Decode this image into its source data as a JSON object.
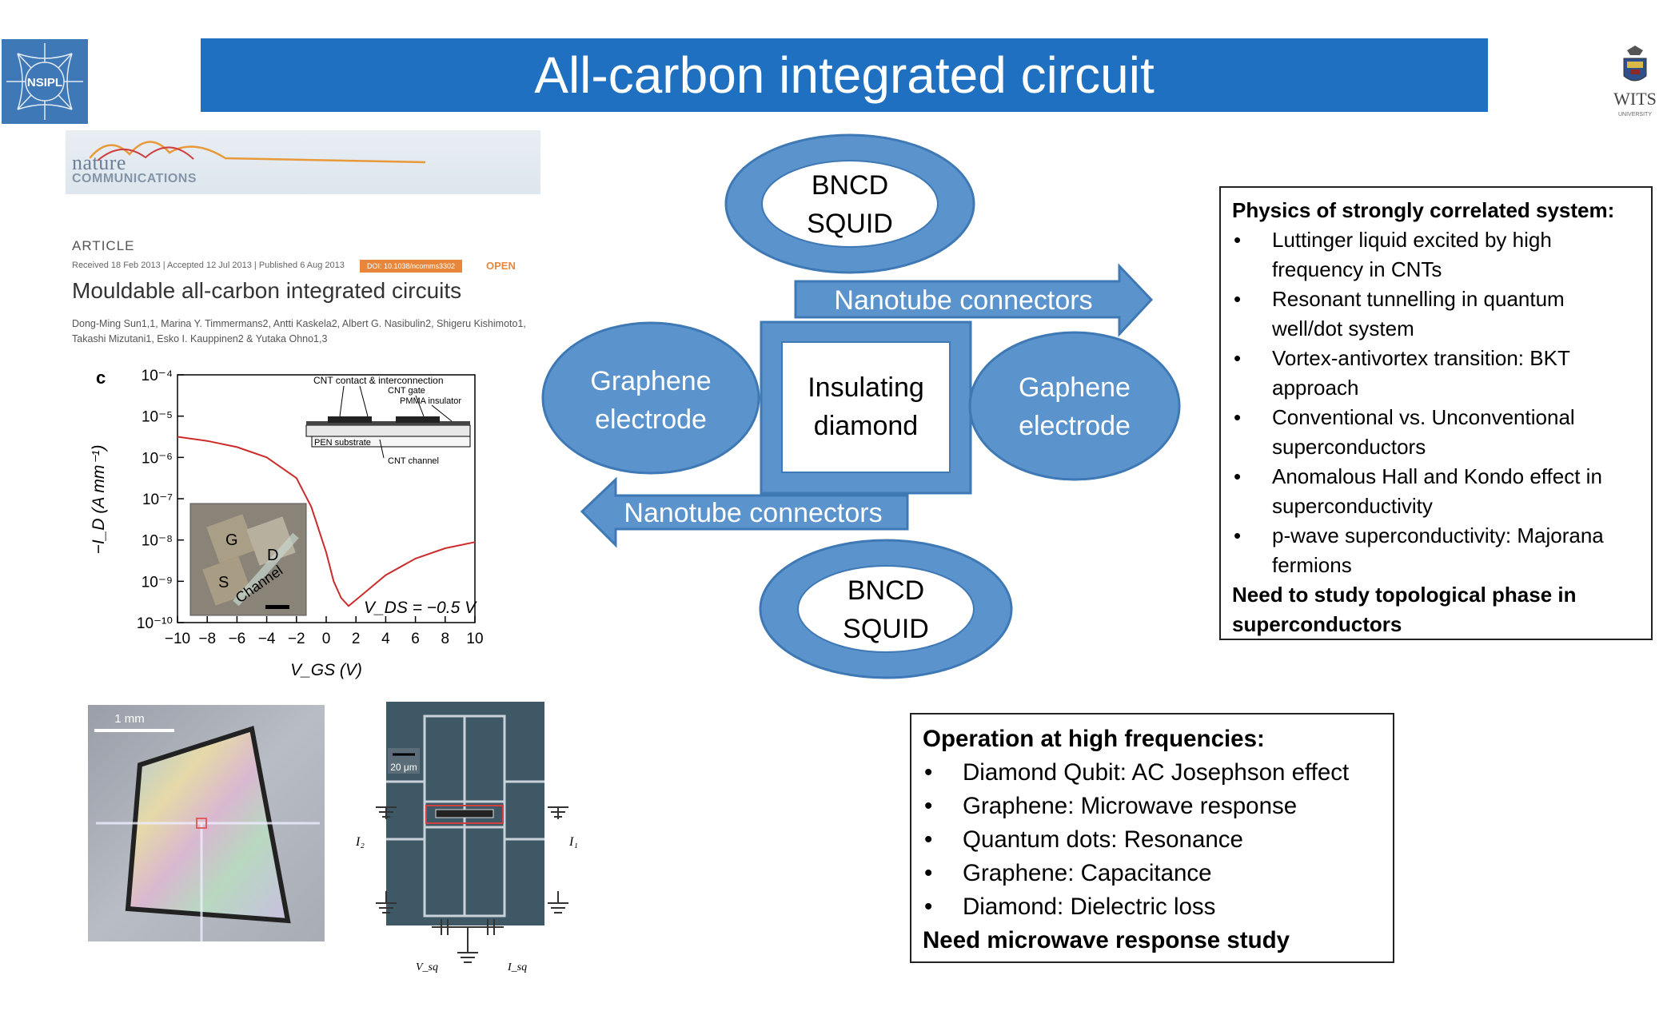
{
  "title": "All-carbon integrated circuit",
  "logos": {
    "left_text": "NSIPL",
    "right_text": "WITS",
    "right_subtext": "UNIVERSITY"
  },
  "journal": {
    "name_top": "nature",
    "name_bottom": "COMMUNICATIONS",
    "article_label": "ARTICLE",
    "meta": "Received 18 Feb 2013 | Accepted 12 Jul 2013 | Published 6 Aug 2013",
    "doi": "DOI: 10.1038/ncomms3302",
    "open": "OPEN",
    "article_title": "Mouldable all-carbon integrated circuits",
    "authors_line1": "Dong-Ming Sun1,1, Marina Y. Timmermans2, Antti Kaskela2, Albert G. Nasibulin2, Shigeru Kishimoto1,",
    "authors_line2": "Takashi Mizutani1, Esko I. Kauppinen2 & Yutaka Ohno1,3"
  },
  "plot": {
    "panel_label": "c",
    "y_ticks": [
      "10⁻⁴",
      "10⁻⁵",
      "10⁻⁶",
      "10⁻⁷",
      "10⁻⁸",
      "10⁻⁹",
      "10⁻¹⁰"
    ],
    "x_ticks": [
      "−10",
      "−8",
      "−6",
      "−4",
      "−2",
      "0",
      "2",
      "4",
      "6",
      "8",
      "10"
    ],
    "ylabel": "−I_D (A mm⁻¹)",
    "xlabel": "V_GS (V)",
    "vds_label": "V_DS = −0.5 V",
    "inset_labels": {
      "cnt_contact": "CNT contact & interconnection",
      "cnt_gate": "CNT gate",
      "pmma": "PMMA insulator",
      "pen": "PEN substrate",
      "cnt_channel": "CNT channel"
    },
    "photo_labels": {
      "g": "G",
      "d": "D",
      "s": "S",
      "channel": "Channel"
    }
  },
  "chart_data": {
    "type": "line",
    "title": "",
    "xlabel": "V_GS (V)",
    "ylabel": "−I_D (A mm⁻¹)",
    "xlim": [
      -10,
      10
    ],
    "ylim_log10": [
      -10,
      -4
    ],
    "yscale": "log",
    "series": [
      {
        "x": [
          -10,
          -8,
          -6,
          -4,
          -2,
          -1,
          0,
          0.5,
          1,
          1.5,
          2,
          3,
          4,
          6,
          8,
          10
        ],
        "log10_y": [
          -5.5,
          -5.6,
          -5.75,
          -6.0,
          -6.5,
          -7.2,
          -8.3,
          -9.0,
          -9.4,
          -9.6,
          -9.45,
          -9.15,
          -8.85,
          -8.45,
          -8.2,
          -8.05
        ]
      }
    ]
  },
  "photos": {
    "left_scale": "1 mm",
    "right_scale": "20 μm",
    "i2": "I₂",
    "i1": "I₁",
    "vsq": "V_sq",
    "isq": "I_sq"
  },
  "diagram": {
    "bncd_top": [
      "BNCD",
      "SQUID"
    ],
    "bncd_bottom": [
      "BNCD",
      "SQUID"
    ],
    "nanotube_top": "Nanotube connectors",
    "nanotube_bottom": "Nanotube connectors",
    "graphene_left": [
      "Graphene",
      "electrode"
    ],
    "graphene_right": [
      "Gaphene",
      "electrode"
    ],
    "center": [
      "Insulating",
      "diamond"
    ]
  },
  "physics_box": {
    "heading": "Physics of strongly correlated system:",
    "items": [
      "Luttinger liquid excited by high frequency in CNTs",
      "Resonant tunnelling in quantum well/dot system",
      "Vortex-antivortex transition: BKT approach",
      "Conventional vs. Unconventional superconductors",
      "Anomalous Hall and Kondo effect in superconductivity",
      "p-wave superconductivity: Majorana fermions"
    ],
    "footer": "Need to study topological phase in superconductors"
  },
  "ops_box": {
    "heading": "Operation at high frequencies:",
    "items": [
      "Diamond Qubit: AC Josephson effect",
      "Graphene: Microwave response",
      "Quantum dots: Resonance",
      "Graphene: Capacitance",
      "Diamond: Dielectric loss"
    ],
    "footer": "Need microwave response study"
  },
  "colors": {
    "banner": "#1f70c1",
    "diagram_fill": "#5b93cd",
    "diagram_stroke": "#3f79b5",
    "curve": "#cc2b2b"
  }
}
